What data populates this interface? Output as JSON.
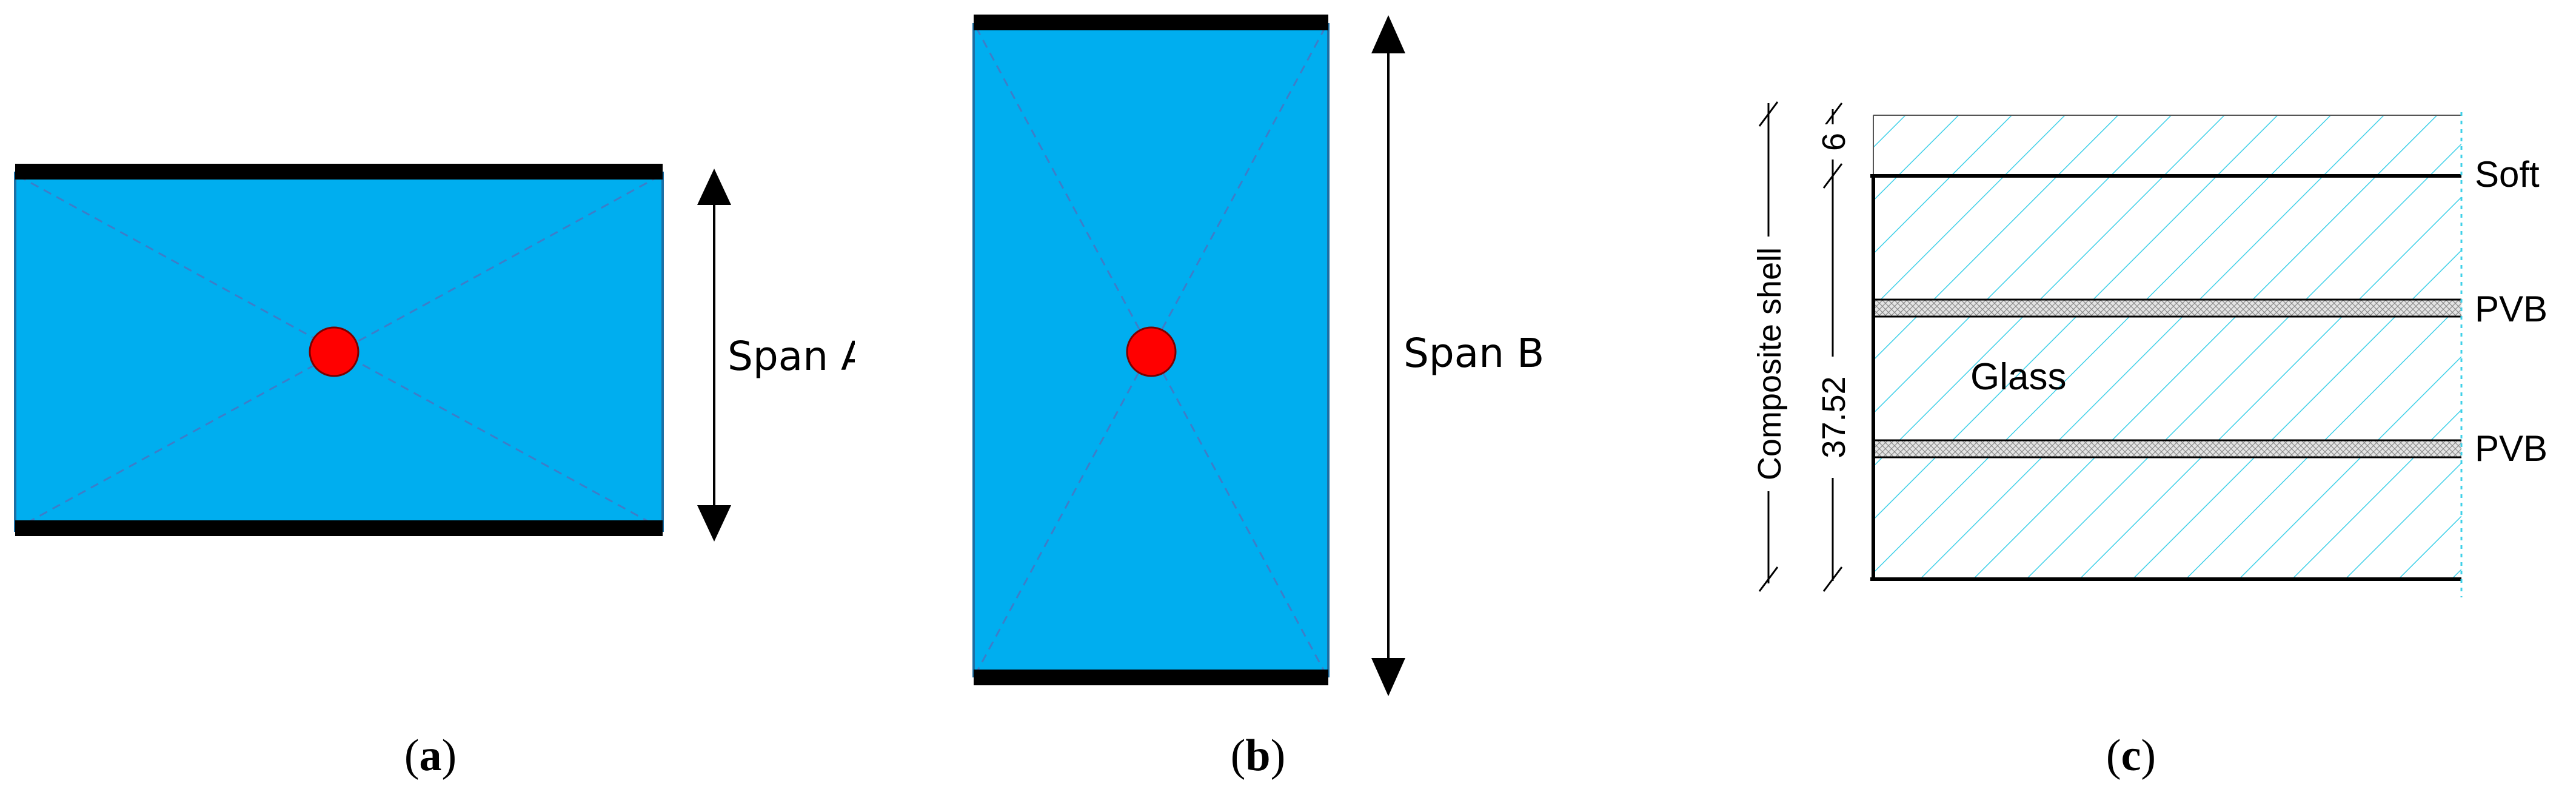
{
  "panel_a": {
    "span_label": "Span A",
    "caption_open": "(",
    "caption_letter": "a",
    "caption_close": ")"
  },
  "panel_b": {
    "span_label": "Span B",
    "caption_open": "(",
    "caption_letter": "b",
    "caption_close": ")"
  },
  "panel_c": {
    "dim_top": "6",
    "dim_total": "37.52",
    "group_label": "Composite shell",
    "layers": {
      "soft": "Soft",
      "pvb_1": "PVB",
      "pvb_2": "PVB",
      "glass": "Glass"
    },
    "caption_open": "(",
    "caption_letter": "c",
    "caption_close": ")"
  },
  "colors": {
    "panel_fill": "#00AEEF",
    "support_bar": "#000000",
    "load_point": "#FF0000",
    "hatch": "#3FD0E8",
    "pvb": "#CFCFCF"
  }
}
